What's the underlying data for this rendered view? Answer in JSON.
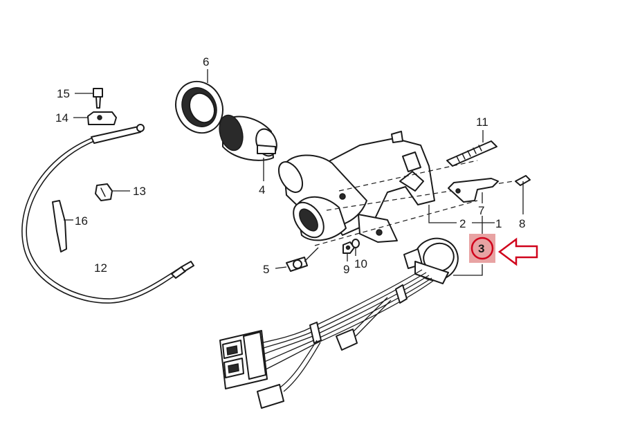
{
  "labels": {
    "p1": "1",
    "p2": "2",
    "p3": "3",
    "p4": "4",
    "p5": "5",
    "p6": "6",
    "p7": "7",
    "p8": "8",
    "p9": "9",
    "p10": "10",
    "p11": "11",
    "p12": "12",
    "p13": "13",
    "p14": "14",
    "p15": "15",
    "p16": "16"
  },
  "highlight": {
    "part": "3",
    "marker_color": "#e8a3a3",
    "circle_color": "#d0021b",
    "arrow_color": "#d0021b"
  }
}
